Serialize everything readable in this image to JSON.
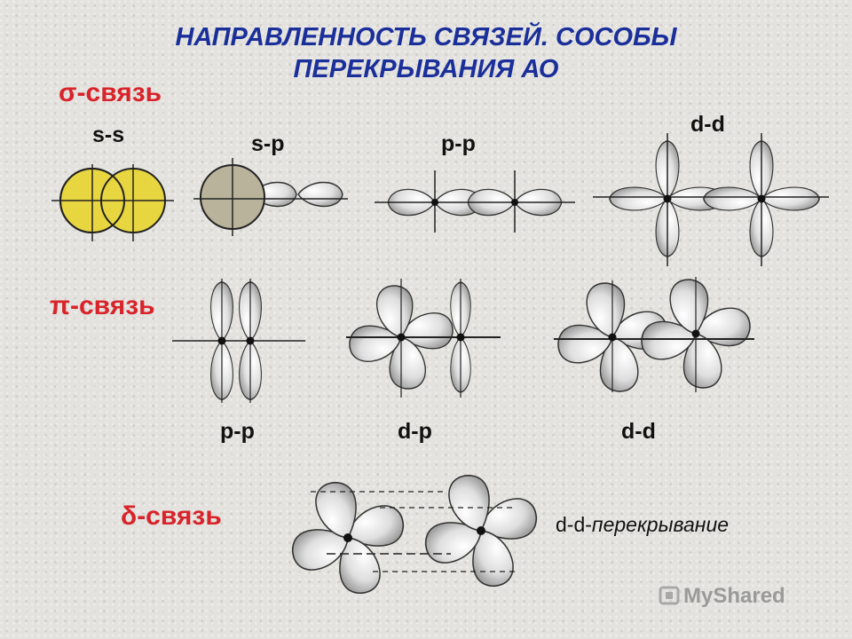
{
  "title": {
    "line1": "НАПРАВЛЕННОСТЬ СВЯЗЕЙ. СОСОБЫ",
    "line2": "ПЕРЕКРЫВАНИЯ АО"
  },
  "sigma": {
    "label": "σ-связь",
    "items": [
      "s-s",
      "s-p",
      "p-p",
      "d-d"
    ]
  },
  "pi": {
    "label": "π-связь",
    "items": [
      "p-p",
      "d-p",
      "d-d"
    ]
  },
  "delta": {
    "label": "δ-связь",
    "note_prefix": "d-d-",
    "note_italic": "перекрывание"
  },
  "watermark": "MyShared",
  "colors": {
    "title": "#1a2f9a",
    "section": "#d8242a",
    "s_orbital": "#e8d640",
    "lobe": "#dcdcdc"
  }
}
